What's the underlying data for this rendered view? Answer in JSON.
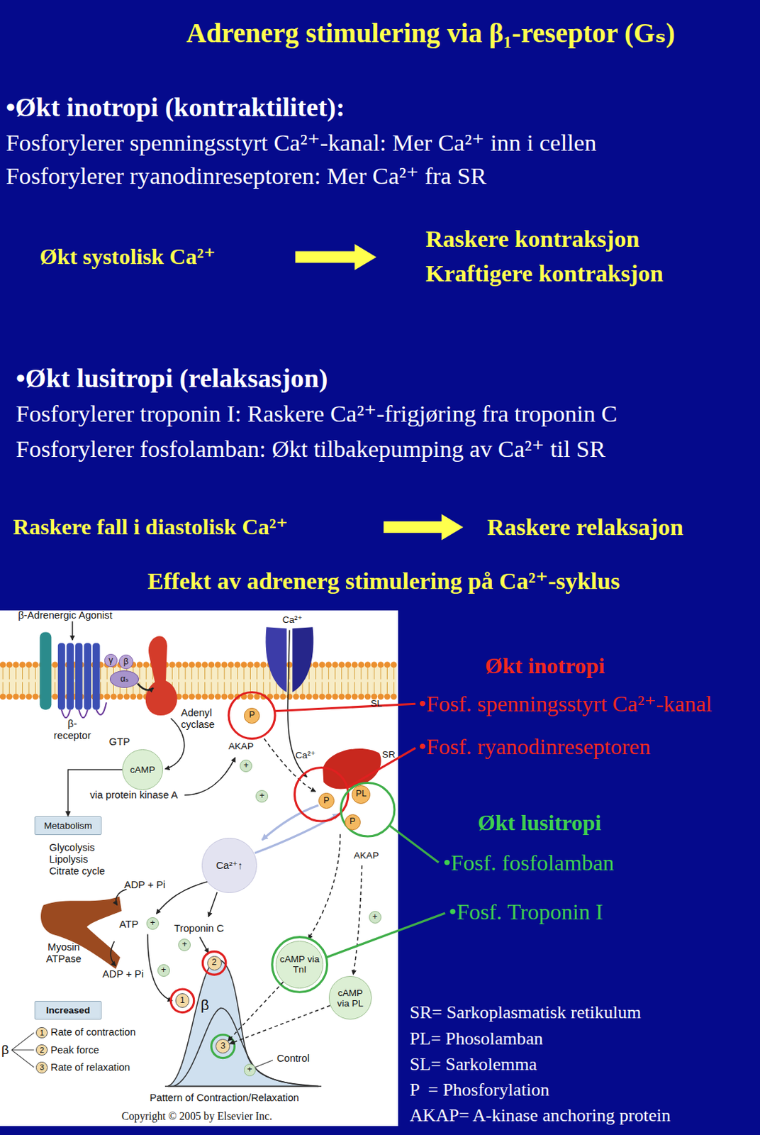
{
  "diagram": {
    "title": "Adrenerg stimulering via β₁-reseptor (Gₛ)",
    "nodes": [
      {
        "text": [
          "γ"
        ]
      },
      {
        "text": [
          "β"
        ]
      },
      {
        "text": [
          "αₛ"
        ]
      },
      {
        "text": [
          "cAMP"
        ]
      },
      {
        "text": [
          "P"
        ]
      },
      {
        "text": [
          "P"
        ]
      },
      {
        "text": [
          "PL"
        ]
      },
      {
        "text": [
          "P"
        ]
      },
      {
        "text": [
          "Metabolism"
        ]
      },
      {
        "text": [
          "Ca²⁺↑"
        ]
      },
      {
        "text": [
          "+"
        ]
      },
      {
        "text": [
          "+"
        ]
      },
      {
        "text": [
          "+"
        ]
      },
      {
        "text": [
          "+"
        ]
      },
      {
        "text": [
          "+"
        ]
      },
      {
        "text": [
          "+"
        ]
      },
      {
        "text": [
          "+"
        ]
      },
      {
        "text": [
          "cAMP via TnI"
        ]
      },
      {
        "text": [
          "cAMP via PL"
        ]
      },
      {
        "text": [
          "2"
        ]
      },
      {
        "text": [
          "1"
        ]
      },
      {
        "text": [
          "3"
        ]
      },
      {
        "text": [
          "Increased"
        ]
      },
      {
        "text": [
          "1"
        ]
      },
      {
        "text": [
          "2"
        ]
      },
      {
        "text": [
          "3"
        ]
      }
    ],
    "edges": [
      {
        "from": 3,
        "to": 8,
        "arrow": "to"
      },
      {
        "from": 17,
        "to": 21,
        "arrow": "to"
      },
      {
        "from": 18,
        "to": 21,
        "arrow": "to"
      }
    ],
    "labels": [
      "•Økt inotropi (kontraktilitet):",
      "Fosforylerer spenningsstyrt Ca²⁺-kanal: Mer Ca²⁺ inn i cellen",
      "Fosforylerer ryanodinreseptoren: Mer Ca²⁺ fra SR",
      "Økt systolisk Ca²⁺",
      "Raskere kontraksjon",
      "Kraftigere kontraksjon",
      "•Økt lusitropi (relaksasjon)",
      "Fosforylerer troponin I: Raskere Ca²⁺-frigjøring fra troponin C",
      "Fosforylerer fosfolamban: Økt tilbakepumping av Ca²⁺ til SR",
      "Raskere fall i diastolisk Ca²⁺",
      "Raskere relaksajon",
      "Effekt av adrenerg stimulering på Ca²⁺-syklus",
      "Økt inotropi",
      "•Fosf. spenningsstyrt Ca²⁺-kanal",
      "•Fosf. ryanodinreseptoren",
      "Økt lusitropi",
      "•Fosf. fosfolamban",
      "•Fosf. Troponin I",
      "SR= Sarkoplasmatisk retikulum",
      "PL= Phosolamban",
      "SL= Sarkolemma",
      "P  = Phosforylation",
      "AKAP= A-kinase anchoring protein",
      "β-Adrenergic Agonist",
      "β- receptor",
      "GTP",
      "Adenyl cyclase",
      "AKAP",
      "Ca²⁺",
      "SL",
      "Ca²⁺",
      "SR",
      "via protein kinase A",
      "Glycolysis Lipolysis Citrate cycle",
      "AKAP",
      "ADP + Pi",
      "ATP",
      "Troponin C",
      "Myosin ATPase",
      "ADP + Pi",
      "β",
      "Control",
      "Rate of contraction",
      "Peak force",
      "Rate of relaxation",
      "β",
      "Pattern of Contraction/Relaxation",
      "Copyright © 2005 by Elsevier Inc."
    ]
  }
}
